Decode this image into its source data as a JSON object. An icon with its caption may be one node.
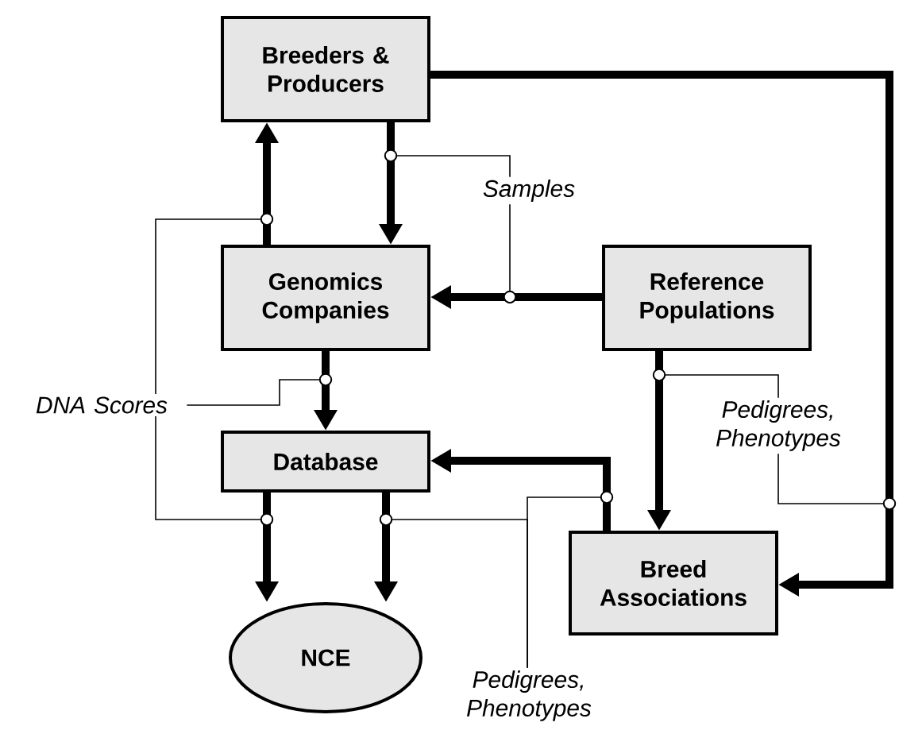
{
  "diagram": {
    "nodes": [
      {
        "text": [
          "Breeders & Producers"
        ]
      },
      {
        "text": [
          "Genomics Companies"
        ]
      },
      {
        "text": [
          "Reference Populations"
        ]
      },
      {
        "text": [
          "Database"
        ]
      },
      {
        "text": [
          "Breed Associations"
        ]
      },
      {
        "text": [
          "NCE"
        ]
      },
      {
        "text": [
          "Samples"
        ]
      },
      {
        "text": [
          "DNA Scores"
        ]
      },
      {
        "text": [
          "Pedigrees, Phenotypes"
        ]
      },
      {
        "text": [
          "Pedigrees, Phenotypes"
        ]
      }
    ],
    "edges": [
      {
        "from": 1,
        "to": 0,
        "arrow": "to",
        "style": "thick"
      },
      {
        "from": 0,
        "to": 1,
        "arrow": "to",
        "style": "thick"
      },
      {
        "from": 2,
        "to": 1,
        "arrow": "to",
        "style": "thick"
      },
      {
        "from": 1,
        "to": 3,
        "arrow": "to",
        "style": "thick"
      },
      {
        "from": 2,
        "to": 4,
        "arrow": "to",
        "style": "thick"
      },
      {
        "from": 0,
        "to": 4,
        "arrow": "to",
        "style": "thick"
      },
      {
        "from": 4,
        "to": 3,
        "arrow": "to",
        "style": "thick"
      },
      {
        "from": 3,
        "to": 5,
        "arrow": "to",
        "style": "thick"
      },
      {
        "from": 3,
        "to": 5,
        "arrow": "to",
        "style": "thick"
      },
      {
        "from": 6,
        "to": null,
        "arrow": "other"
      },
      {
        "from": 6,
        "to": null,
        "arrow": "other"
      },
      {
        "from": 7,
        "to": null,
        "arrow": "other"
      },
      {
        "from": 7,
        "to": null,
        "arrow": "other"
      },
      {
        "from": 7,
        "to": null,
        "arrow": "other"
      },
      {
        "from": 8,
        "to": null,
        "arrow": "other"
      },
      {
        "from": 8,
        "to": null,
        "arrow": "other"
      },
      {
        "from": 9,
        "to": null,
        "arrow": "other"
      },
      {
        "from": 9,
        "to": null,
        "arrow": "other"
      }
    ]
  }
}
